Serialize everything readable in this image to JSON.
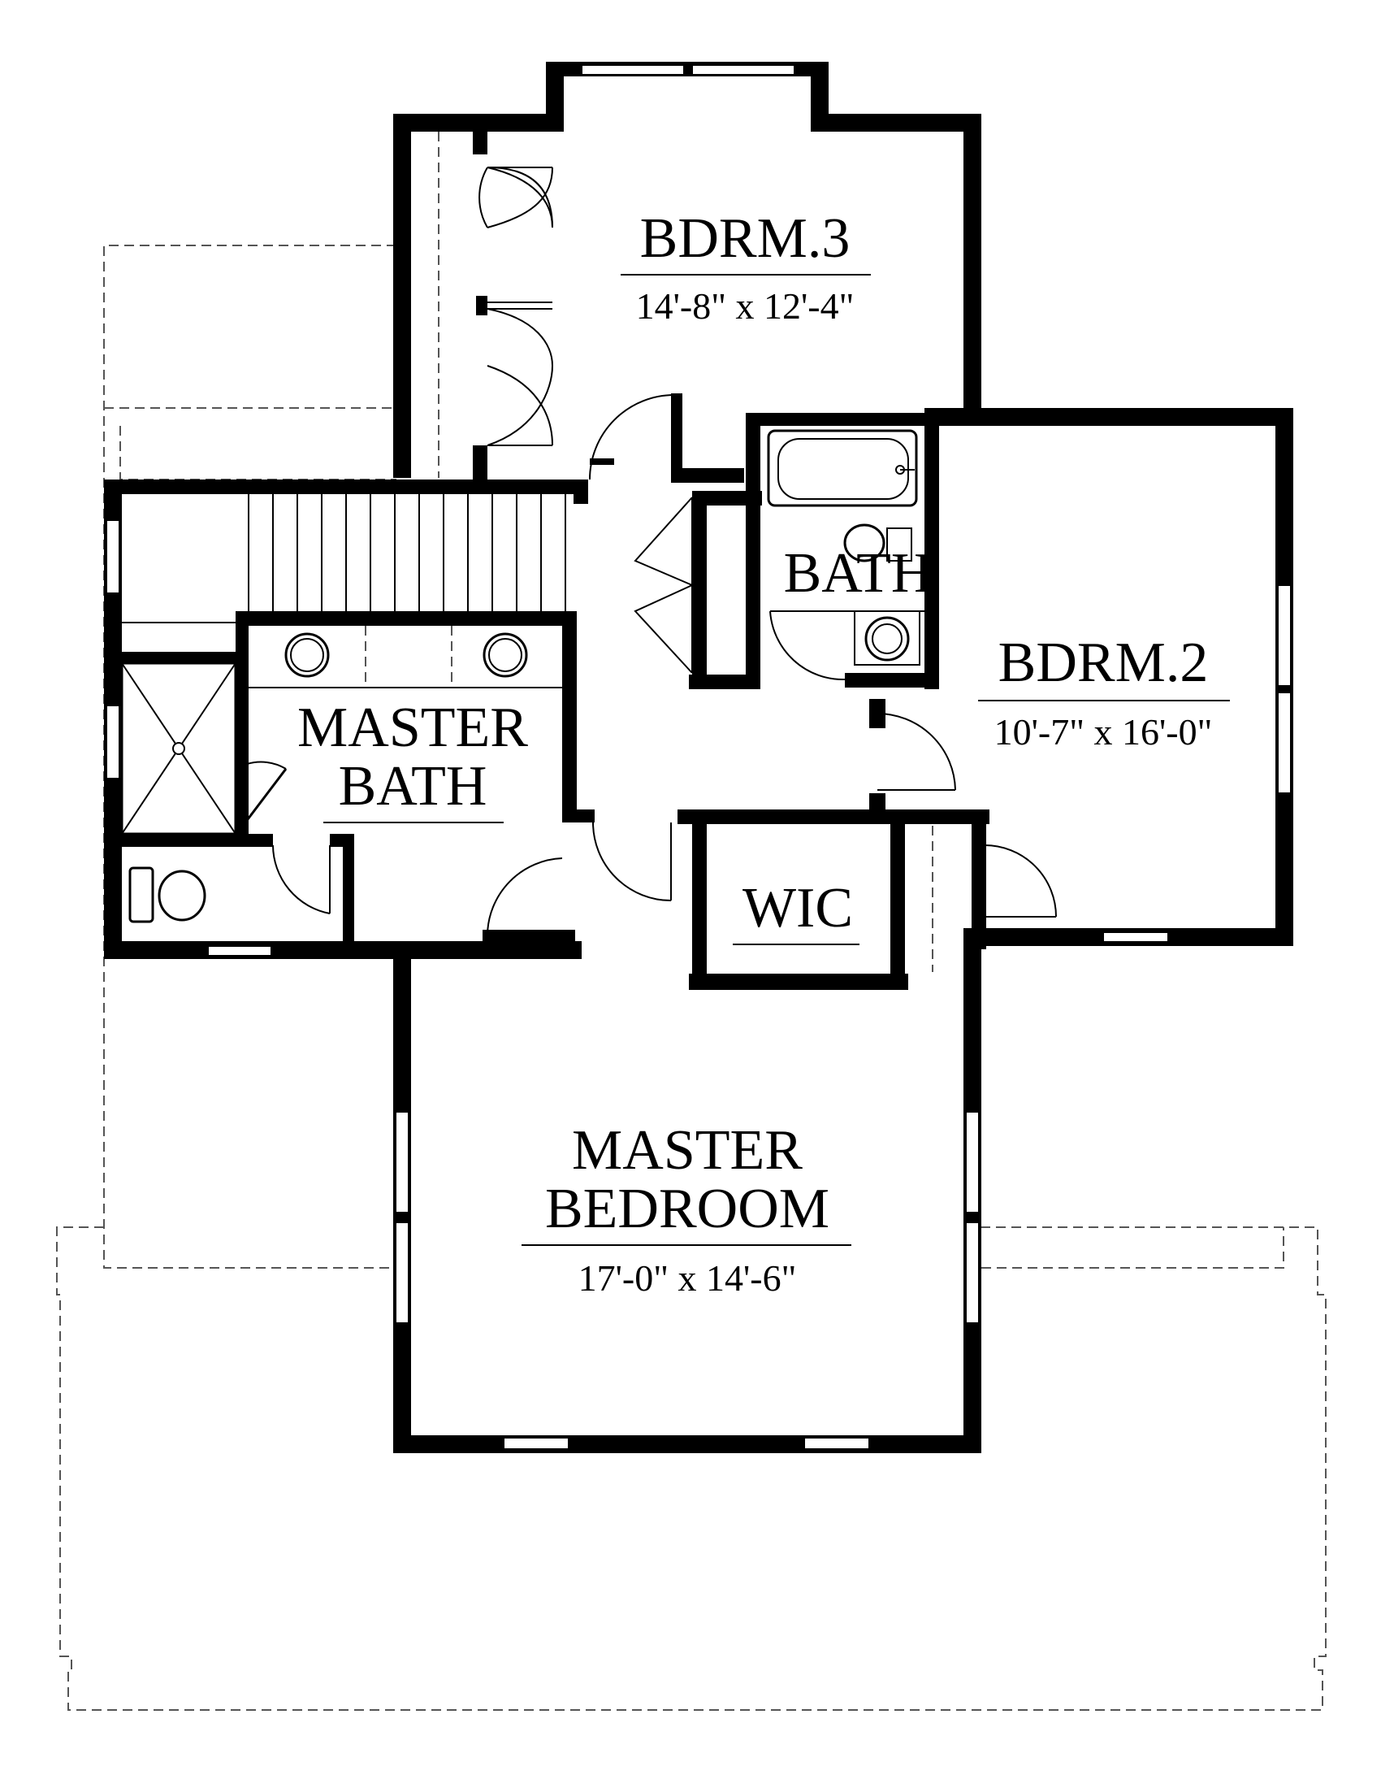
{
  "rooms": {
    "bdrm3": {
      "label": "BDRM.3",
      "dimensions": "14'-8\" x 12'-4\""
    },
    "bdrm2": {
      "label": "BDRM.2",
      "dimensions": "10'-7\" x 16'-0\""
    },
    "bath": {
      "label": "BATH"
    },
    "master_bath": {
      "label_line1": "MASTER",
      "label_line2": "BATH"
    },
    "wic": {
      "label": "WIC"
    },
    "master_bedroom": {
      "label_line1": "MASTER",
      "label_line2": "BEDROOM",
      "dimensions": "17'-0\" x 14'-6\""
    }
  },
  "colors": {
    "walls": "#000000",
    "background": "#ffffff",
    "dashed_outline": "#555555"
  }
}
